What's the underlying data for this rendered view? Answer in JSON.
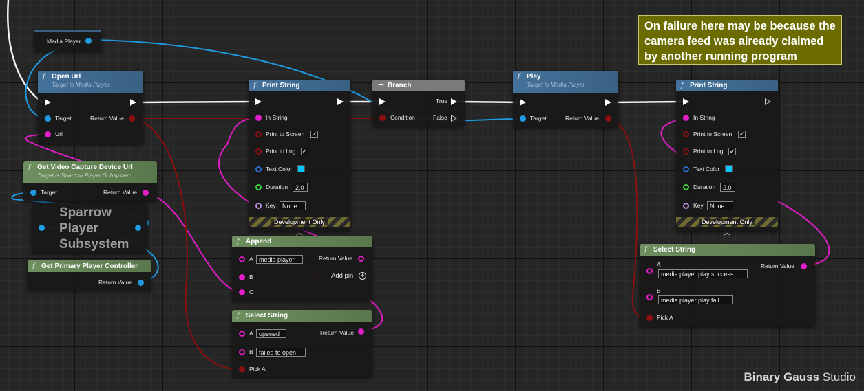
{
  "colors": {
    "exec": "#ffffff",
    "object": "#1e9ae0",
    "string": "#e21ec8",
    "boolean": "#8c0f0f",
    "float": "#3fd33f",
    "name": "#b68cdc",
    "struct": "#2f6fd4",
    "function_header": "#44729b",
    "pure_header": "#6e8f5f"
  },
  "comment": {
    "text": "On failure here may be because the camera feed was already claimed by another running program"
  },
  "branding": {
    "part1": "Binary Gauss",
    "part2": " Studio"
  },
  "nodes": {
    "media_player_var": {
      "label": "Media Player"
    },
    "open_url": {
      "title": "Open Url",
      "subtitle": "Target is Media Player",
      "target": "Target",
      "return_value": "Return Value",
      "url": "Url"
    },
    "get_video_url": {
      "title": "Get Video Capture Device Url",
      "subtitle": "Target is Sparrow Player Subsystem",
      "target": "Target",
      "return_value": "Return Value"
    },
    "sparrow_subsystem": {
      "label": "Sparrow Player Subsystem"
    },
    "get_player_controller": {
      "title": "Get Primary Player Controller",
      "return_value": "Return Value"
    },
    "print_string_1": {
      "title": "Print String",
      "in_string": "In String",
      "print_to_screen": "Print to Screen",
      "print_to_log": "Print to Log",
      "text_color": "Text Color",
      "duration": "Duration",
      "duration_value": "2.0",
      "key": "Key",
      "key_value": "None",
      "dev_only": "Development Only"
    },
    "append": {
      "title": "Append",
      "a": "A",
      "a_value": "media player",
      "b": "B",
      "c": "C",
      "return_value": "Return Value",
      "add_pin": "Add pin"
    },
    "select_string_1": {
      "title": "Select String",
      "a": "A",
      "a_value": "opened",
      "b": "B",
      "b_value": "failed to open",
      "pick_a": "Pick A",
      "return_value": "Return Value"
    },
    "branch": {
      "title": "Branch",
      "condition": "Condition",
      "true_label": "True",
      "false_label": "False"
    },
    "play": {
      "title": "Play",
      "subtitle": "Target is Media Player",
      "target": "Target",
      "return_value": "Return Value"
    },
    "print_string_2": {
      "title": "Print String",
      "in_string": "In String",
      "print_to_screen": "Print to Screen",
      "print_to_log": "Print to Log",
      "text_color": "Text Color",
      "duration": "Duration",
      "duration_value": "2.0",
      "key": "Key",
      "key_value": "None",
      "dev_only": "Development Only"
    },
    "select_string_2": {
      "title": "Select String",
      "a": "A",
      "a_value": "media player play success",
      "b": "B",
      "b_value": "media player play fail",
      "pick_a": "Pick A",
      "return_value": "Return Value"
    }
  }
}
